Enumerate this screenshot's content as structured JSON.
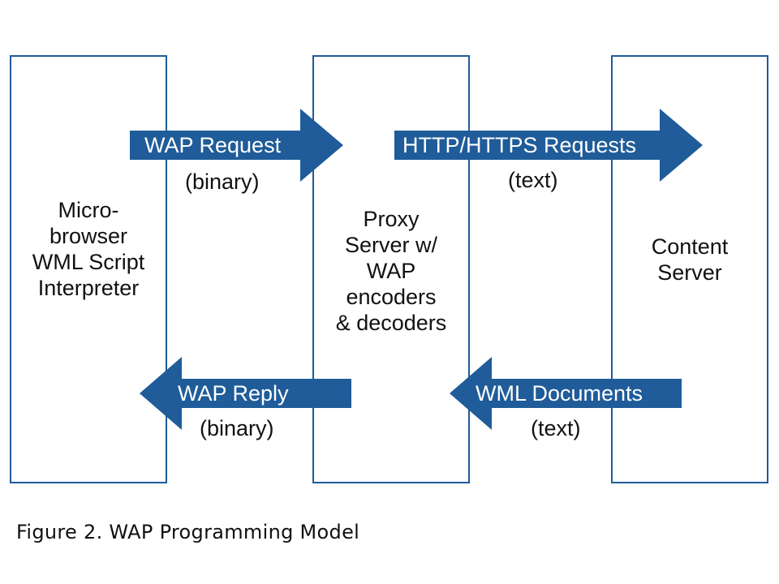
{
  "boxes": {
    "client": "Micro-\nbrowser\nWML Script\nInterpreter",
    "proxy": "Proxy\nServer w/\nWAP\nencoders\n& decoders",
    "content": "Content\nServer"
  },
  "arrows": {
    "wap_request": {
      "label": "WAP Request",
      "sub": "(binary)"
    },
    "http_requests": {
      "label": "HTTP/HTTPS Requests",
      "sub": "(text)"
    },
    "wap_reply": {
      "label": "WAP Reply",
      "sub": "(binary)"
    },
    "wml_documents": {
      "label": "WML Documents",
      "sub": "(text)"
    }
  },
  "caption": "Figure 2.  WAP Programming Model",
  "colors": {
    "arrow_fill": "#1f5c99",
    "box_border": "#1f5c99"
  }
}
